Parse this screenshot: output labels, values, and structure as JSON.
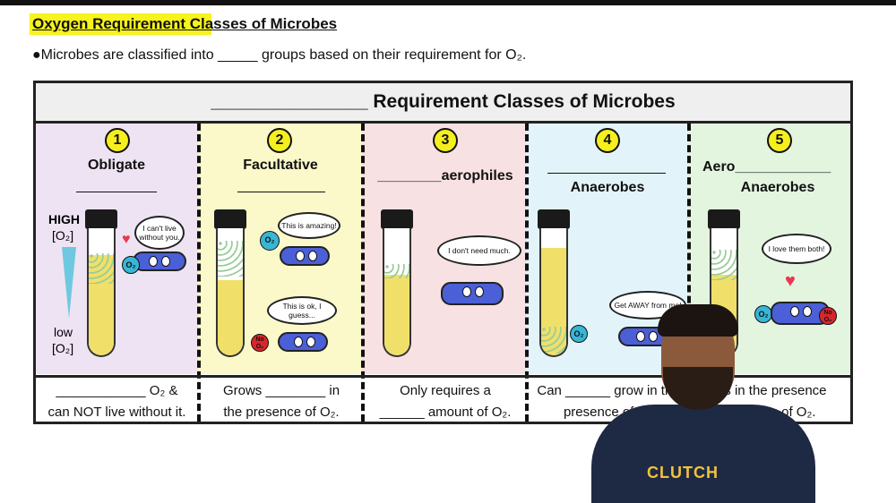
{
  "title": "Oxygen Requirement Classes of Microbes",
  "bullet": "●Microbes are classified into _____ groups based on their requirement for O₂.",
  "board": {
    "title": "_______________ Requirement Classes of Microbes",
    "high_label": "HIGH",
    "high_unit": "[O₂]",
    "low_label": "low",
    "low_unit": "[O₂]",
    "columns": [
      {
        "number": "1",
        "name": "Obligate",
        "color": "#eee3f3",
        "bubble": "I can't live without you.",
        "footer1": "____________ O₂ &",
        "footer2": "can NOT live without it."
      },
      {
        "number": "2",
        "name": "Facultative",
        "color": "#fbf8c9",
        "bubble": "This is amazing!",
        "bubble2": "This is ok, I guess...",
        "footer1": "Grows ________ in",
        "footer2": "the presence of O₂."
      },
      {
        "number": "3",
        "name": "________aerophiles",
        "color": "#f8e1e3",
        "bubble": "I don't need much.",
        "footer1": "Only requires a",
        "footer2": "______ amount of O₂."
      },
      {
        "number": "4",
        "name": "Anaerobes",
        "color": "#e2f4f9",
        "bubble": "Get AWAY from me!",
        "footer1": "Can ______ grow in the",
        "footer2": "presence of O₂"
      },
      {
        "number": "5",
        "name": "Anaerobes",
        "prefix": "Aero____________",
        "color": "#e3f5df",
        "bubble": "I love them both!",
        "footer1": "ws in the presence",
        "footer2": "_______ of O₂."
      }
    ]
  },
  "o2_text": "O₂",
  "no_o2_text": "No O₂",
  "logo": "CLUTCH"
}
